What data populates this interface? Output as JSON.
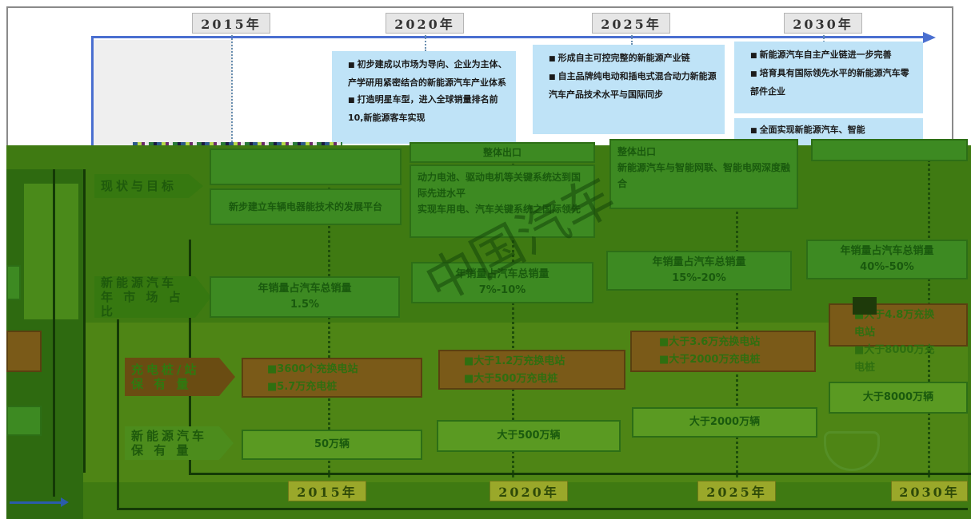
{
  "top_years": [
    "2015年",
    "2020年",
    "2025年",
    "2030年"
  ],
  "bottom_years": [
    "2015年",
    "2020年",
    "2025年",
    "2030年"
  ],
  "blue_2020": [
    "初步建成以市场为导向、企业为主体、产学研用紧密结合的新能源汽车产业体系",
    "打造明星车型，进入全球销量排名前10,新能源客车实现"
  ],
  "blue_2025": [
    "形成自主可控完整的新能源产业链",
    "自主品牌纯电动和插电式混合动力新能源汽车产品技术水平与国际同步"
  ],
  "blue_2030_a": [
    "新能源汽车自主产业链进一步完善",
    "培育具有国际领先水平的新能源汽车零部件企业"
  ],
  "blue_2030_b": [
    "全面实现新能源汽车、智能"
  ],
  "row_labels": {
    "status": "现状与目标",
    "market": "新能源汽车年市场占比",
    "market_line1": "新能源汽车",
    "market_line2": "年 市 场 占 比",
    "charging": "充电桩/站保有量",
    "charging_line1": "充电桩/站",
    "charging_line2": "保  有  量",
    "fleet": "新能源汽车保有量",
    "fleet_line1": "新能源汽车",
    "fleet_line2": "保  有  量"
  },
  "status_cells": {
    "c2015": "新步建立车辆电器能技术的发展平台",
    "c2020_a": "整体出口",
    "c2020_b": "动力电池、驱动电机等关键系统达到国际先进水平",
    "c2020_c": "实现车用电、汽车关键系统之国际领先",
    "c2025_a": "整体出口",
    "c2025_b": "新能源汽车与智能网联、智能电网深度融合"
  },
  "market_cells": [
    {
      "label": "年销量占汽车总销量",
      "value": "1.5%"
    },
    {
      "label": "年销量占汽车总销量",
      "value": "7%-10%"
    },
    {
      "label": "年销量占汽车总销量",
      "value": "15%-20%"
    },
    {
      "label": "年销量占汽车总销量",
      "value": "40%-50%"
    }
  ],
  "charging_cells": [
    [
      "■3600个充换电站",
      "■5.7万充电桩"
    ],
    [
      "■大于1.2万充换电站",
      "■大于500万充电桩"
    ],
    [
      "■大于3.6万充换电站",
      "■大于2000万充电桩"
    ],
    [
      "■大于4.8万充换电站",
      "■大于8000万充电桩"
    ]
  ],
  "fleet_cells": [
    "50万辆",
    "大于500万辆",
    "大于2000万辆",
    "大于8000万辆"
  ],
  "watermark": "中国汽车",
  "colors": {
    "blue_box": "#bfe3f7",
    "green_bg": "#3f7a12",
    "brown_box": "#7a5a18",
    "arrow": "#4a6fd0"
  }
}
